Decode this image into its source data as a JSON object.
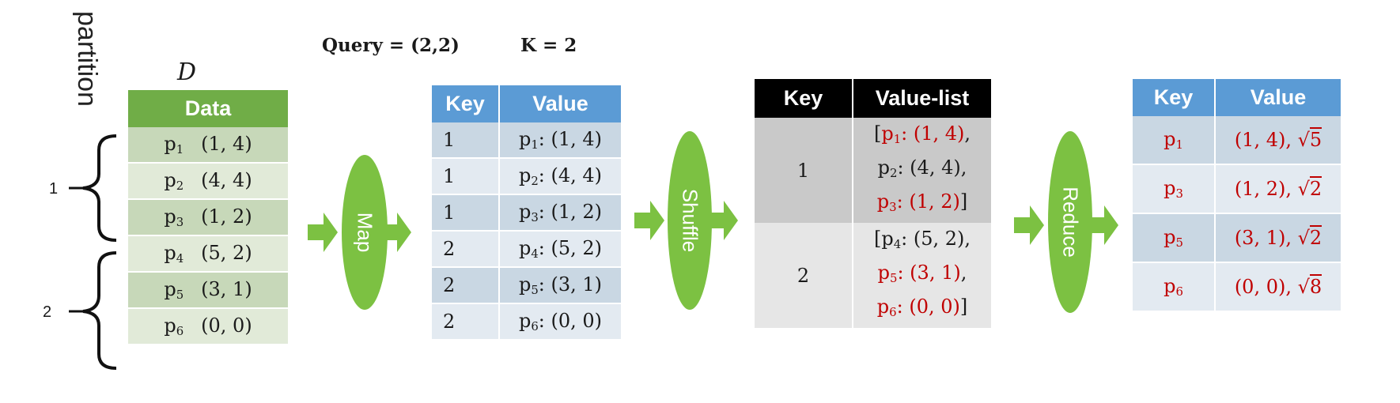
{
  "labels": {
    "partition": "partition",
    "d": "D",
    "query": "Query = (2,2)",
    "k": "K = 2",
    "partition_1": "1",
    "partition_2": "2"
  },
  "data_table": {
    "header": "Data",
    "rows": [
      {
        "p": "p",
        "sub": "1",
        "coord": "(1, 4)"
      },
      {
        "p": "p",
        "sub": "2",
        "coord": "(4, 4)"
      },
      {
        "p": "p",
        "sub": "3",
        "coord": "(1, 2)"
      },
      {
        "p": "p",
        "sub": "4",
        "coord": "(5, 2)"
      },
      {
        "p": "p",
        "sub": "5",
        "coord": "(3, 1)"
      },
      {
        "p": "p",
        "sub": "6",
        "coord": "(0, 0)"
      }
    ]
  },
  "stages": {
    "map": "Map",
    "shuffle": "Shuffle",
    "reduce": "Reduce"
  },
  "map_table": {
    "headers": [
      "Key",
      "Value"
    ],
    "rows": [
      {
        "key": "1",
        "p": "p",
        "sub": "1",
        "coord": ": (1, 4)"
      },
      {
        "key": "1",
        "p": "p",
        "sub": "2",
        "coord": ": (4, 4)"
      },
      {
        "key": "1",
        "p": "p",
        "sub": "3",
        "coord": ": (1, 2)"
      },
      {
        "key": "2",
        "p": "p",
        "sub": "4",
        "coord": ": (5, 2)"
      },
      {
        "key": "2",
        "p": "p",
        "sub": "5",
        "coord": ": (3, 1)"
      },
      {
        "key": "2",
        "p": "p",
        "sub": "6",
        "coord": ": (0, 0)"
      }
    ]
  },
  "shuffle_table": {
    "headers": [
      "Key",
      "Value-list"
    ],
    "rows": [
      {
        "key": "1",
        "open": "[",
        "close": "]",
        "sep": ",",
        "items": [
          {
            "p": "p",
            "sub": "1",
            "coord": ": (1, 4)",
            "color": "#c00000"
          },
          {
            "p": "p",
            "sub": "2",
            "coord": ": (4, 4)",
            "color": "#1a1a1a"
          },
          {
            "p": "p",
            "sub": "3",
            "coord": ": (1, 2)",
            "color": "#c00000"
          }
        ]
      },
      {
        "key": "2",
        "open": "[",
        "close": "]",
        "sep": ",",
        "items": [
          {
            "p": "p",
            "sub": "4",
            "coord": ": (5, 2)",
            "color": "#1a1a1a"
          },
          {
            "p": "p",
            "sub": "5",
            "coord": ": (3, 1)",
            "color": "#c00000"
          },
          {
            "p": "p",
            "sub": "6",
            "coord": ": (0, 0)",
            "color": "#c00000"
          }
        ]
      }
    ]
  },
  "reduce_table": {
    "headers": [
      "Key",
      "Value"
    ],
    "rows": [
      {
        "p": "p",
        "sub": "1",
        "value": "(1, 4), ",
        "sqrt": "5"
      },
      {
        "p": "p",
        "sub": "3",
        "value": "(1, 2), ",
        "sqrt": "2"
      },
      {
        "p": "p",
        "sub": "5",
        "value": "(3, 1), ",
        "sqrt": "2"
      },
      {
        "p": "p",
        "sub": "6",
        "value": "(0, 0), ",
        "sqrt": "8"
      }
    ]
  },
  "colors": {
    "green_header": "#70ad47",
    "blue_header": "#5b9bd5",
    "black_header": "#000000",
    "stage_ellipse": "#7cc142",
    "arrow": "#7cc142",
    "highlight_red": "#c00000"
  }
}
